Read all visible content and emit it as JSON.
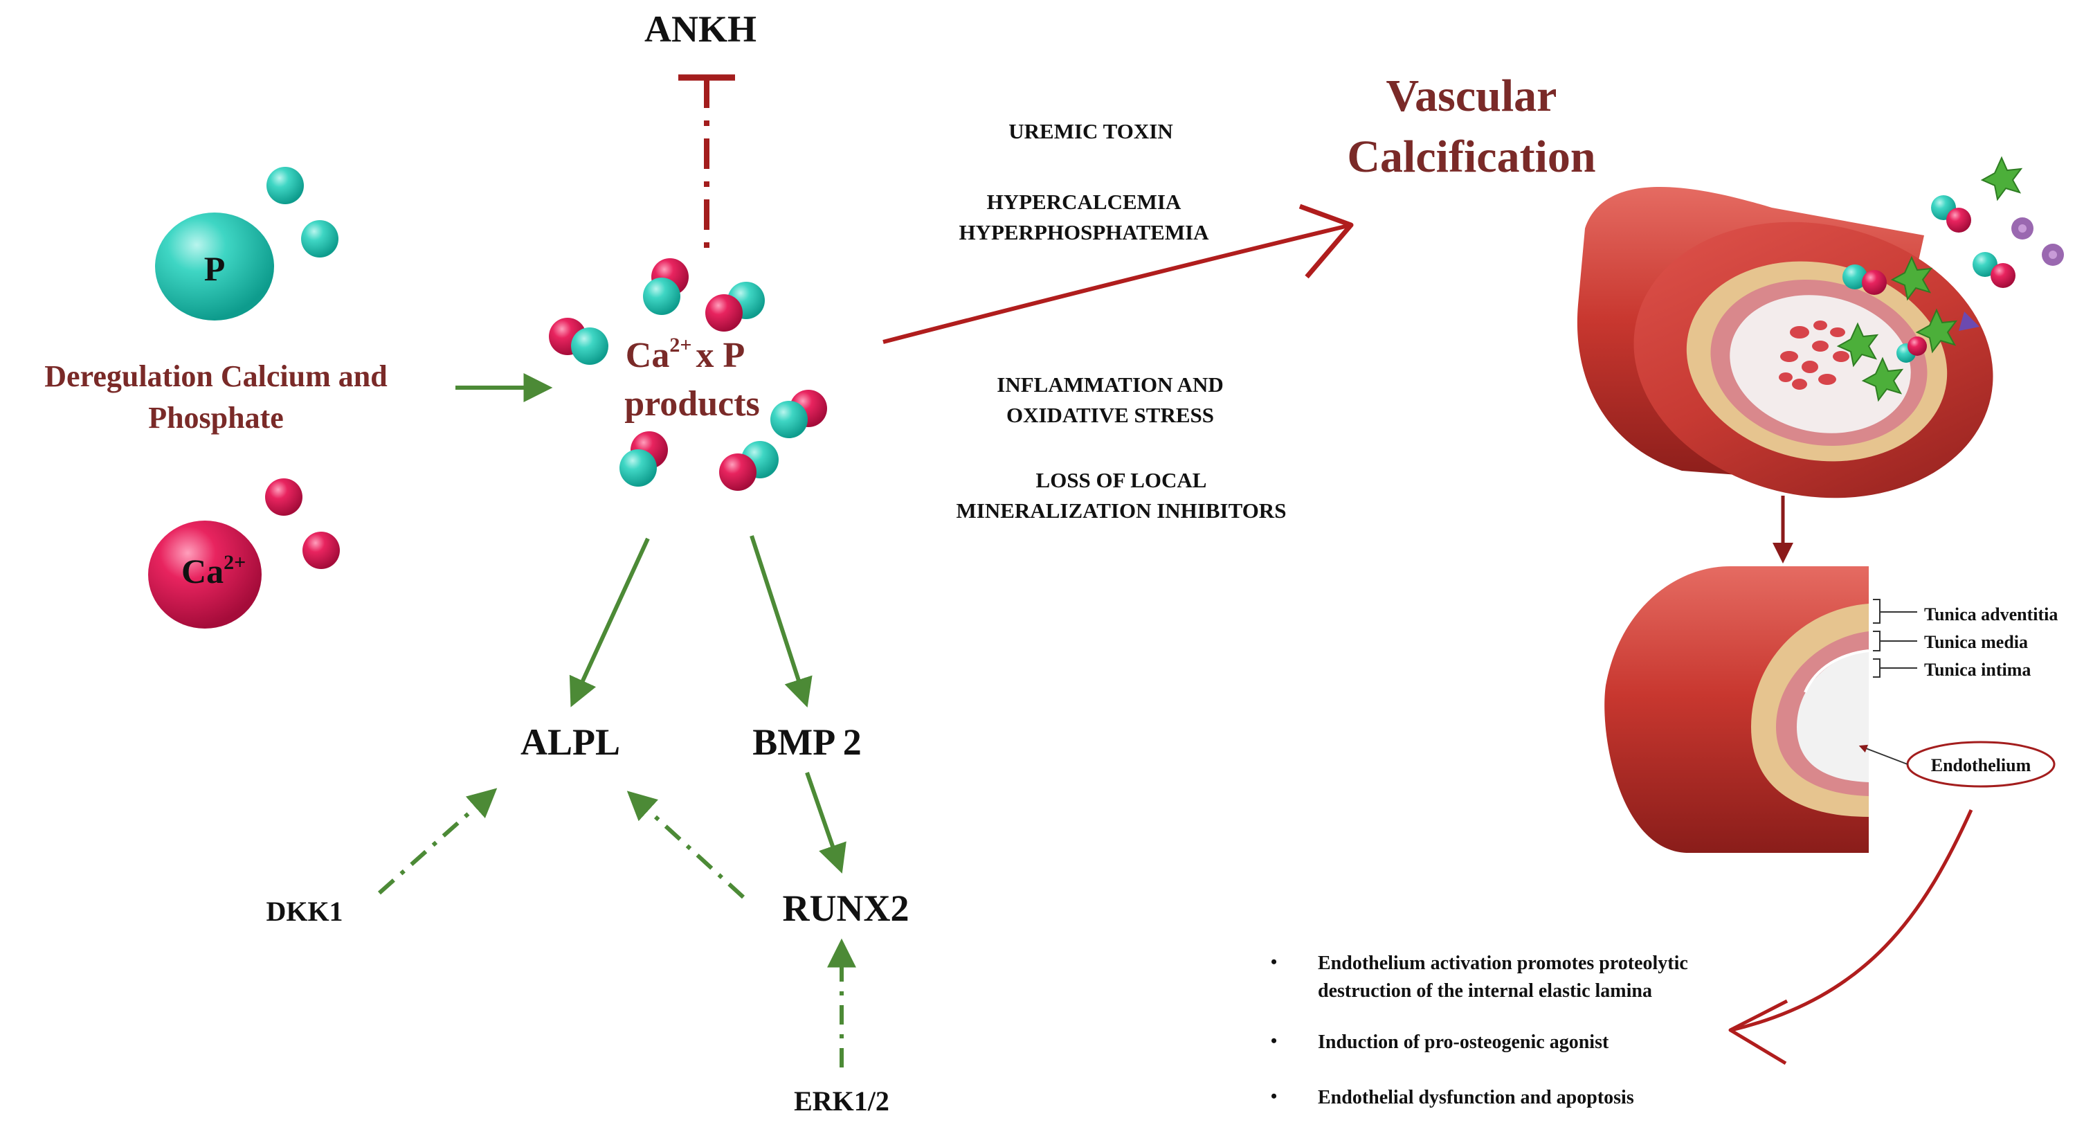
{
  "top_inhibitor": "ANKH",
  "particles": {
    "phosphate": "P",
    "calcium_base": "Ca",
    "calcium_sup": "2+"
  },
  "deregulation": {
    "line1": "Deregulation Calcium and",
    "line2": "Phosphate"
  },
  "product": {
    "line1_a": "Ca",
    "line1_sup": "2+",
    "line1_b": "x P",
    "line2": "products"
  },
  "factors": {
    "f1": "UREMIC TOXIN",
    "f2a": "HYPERCALCEMIA",
    "f2b": "HYPERPHOSPHATEMIA",
    "f3a": "INFLAMMATION AND",
    "f3b": "OXIDATIVE STRESS",
    "f4a": "LOSS OF LOCAL",
    "f4b": "MINERALIZATION INHIBITORS"
  },
  "outcome": {
    "line1": "Vascular",
    "line2": "Calcification"
  },
  "genes": {
    "alpl": "ALPL",
    "bmp2": "BMP 2",
    "runx2": "RUNX2",
    "dkk1": "DKK1",
    "erk": "ERK1/2"
  },
  "vessel_layers": {
    "adventitia": "Tunica adventitia",
    "media": "Tunica media",
    "intima": "Tunica intima",
    "endothelium": "Endothelium"
  },
  "bullets": [
    {
      "line1": "Endothelium activation  promotes proteolytic",
      "line2": "destruction of the internal elastic lamina"
    },
    {
      "line1": "Induction of pro-osteogenic agonist",
      "line2": ""
    },
    {
      "line1": "Endothelial dysfunction and apoptosis",
      "line2": ""
    }
  ],
  "colors": {
    "teal": "#1fc4b3",
    "crimson": "#d8174f",
    "maroon": "#7a2a28",
    "arrow_red": "#b01d1d",
    "arrow_green": "#4c8a36"
  }
}
